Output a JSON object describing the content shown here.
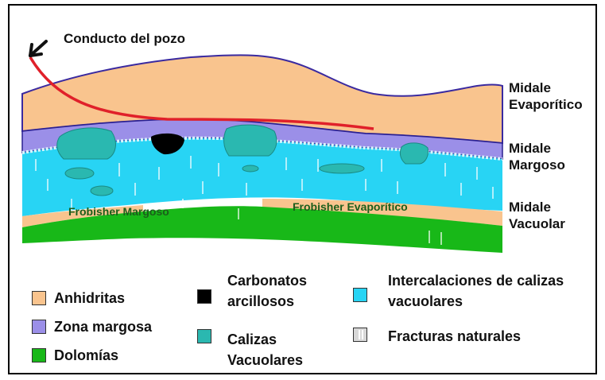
{
  "title": "Conducto del pozo",
  "formations": {
    "evaporitico": "Midale Evaporítico",
    "margoso": "Midale Margoso",
    "vacuolar": "Midale Vacuolar"
  },
  "inline_labels": {
    "frobisher_margoso": "Frobisher Margoso",
    "frobisher_evaporitico": "Frobisher Evaporítico"
  },
  "legend": [
    {
      "label": "Anhidritas",
      "color": "#f9c48e"
    },
    {
      "label": "Zona margosa",
      "color": "#9b8fe8"
    },
    {
      "label": "Dolomías",
      "color": "#18b818"
    },
    {
      "label": "Carbonatos arcillosos",
      "color": "#000000"
    },
    {
      "label": "Calizas Vacuolares",
      "color": "#2ab8b0"
    },
    {
      "label": "Intercalaciones de calizas vacuolares",
      "color": "#28d4f4"
    },
    {
      "label": "Fracturas naturales",
      "color": "#d8d8d8"
    }
  ],
  "colors": {
    "well_path": "#e0202a",
    "arrow": "#111111"
  }
}
